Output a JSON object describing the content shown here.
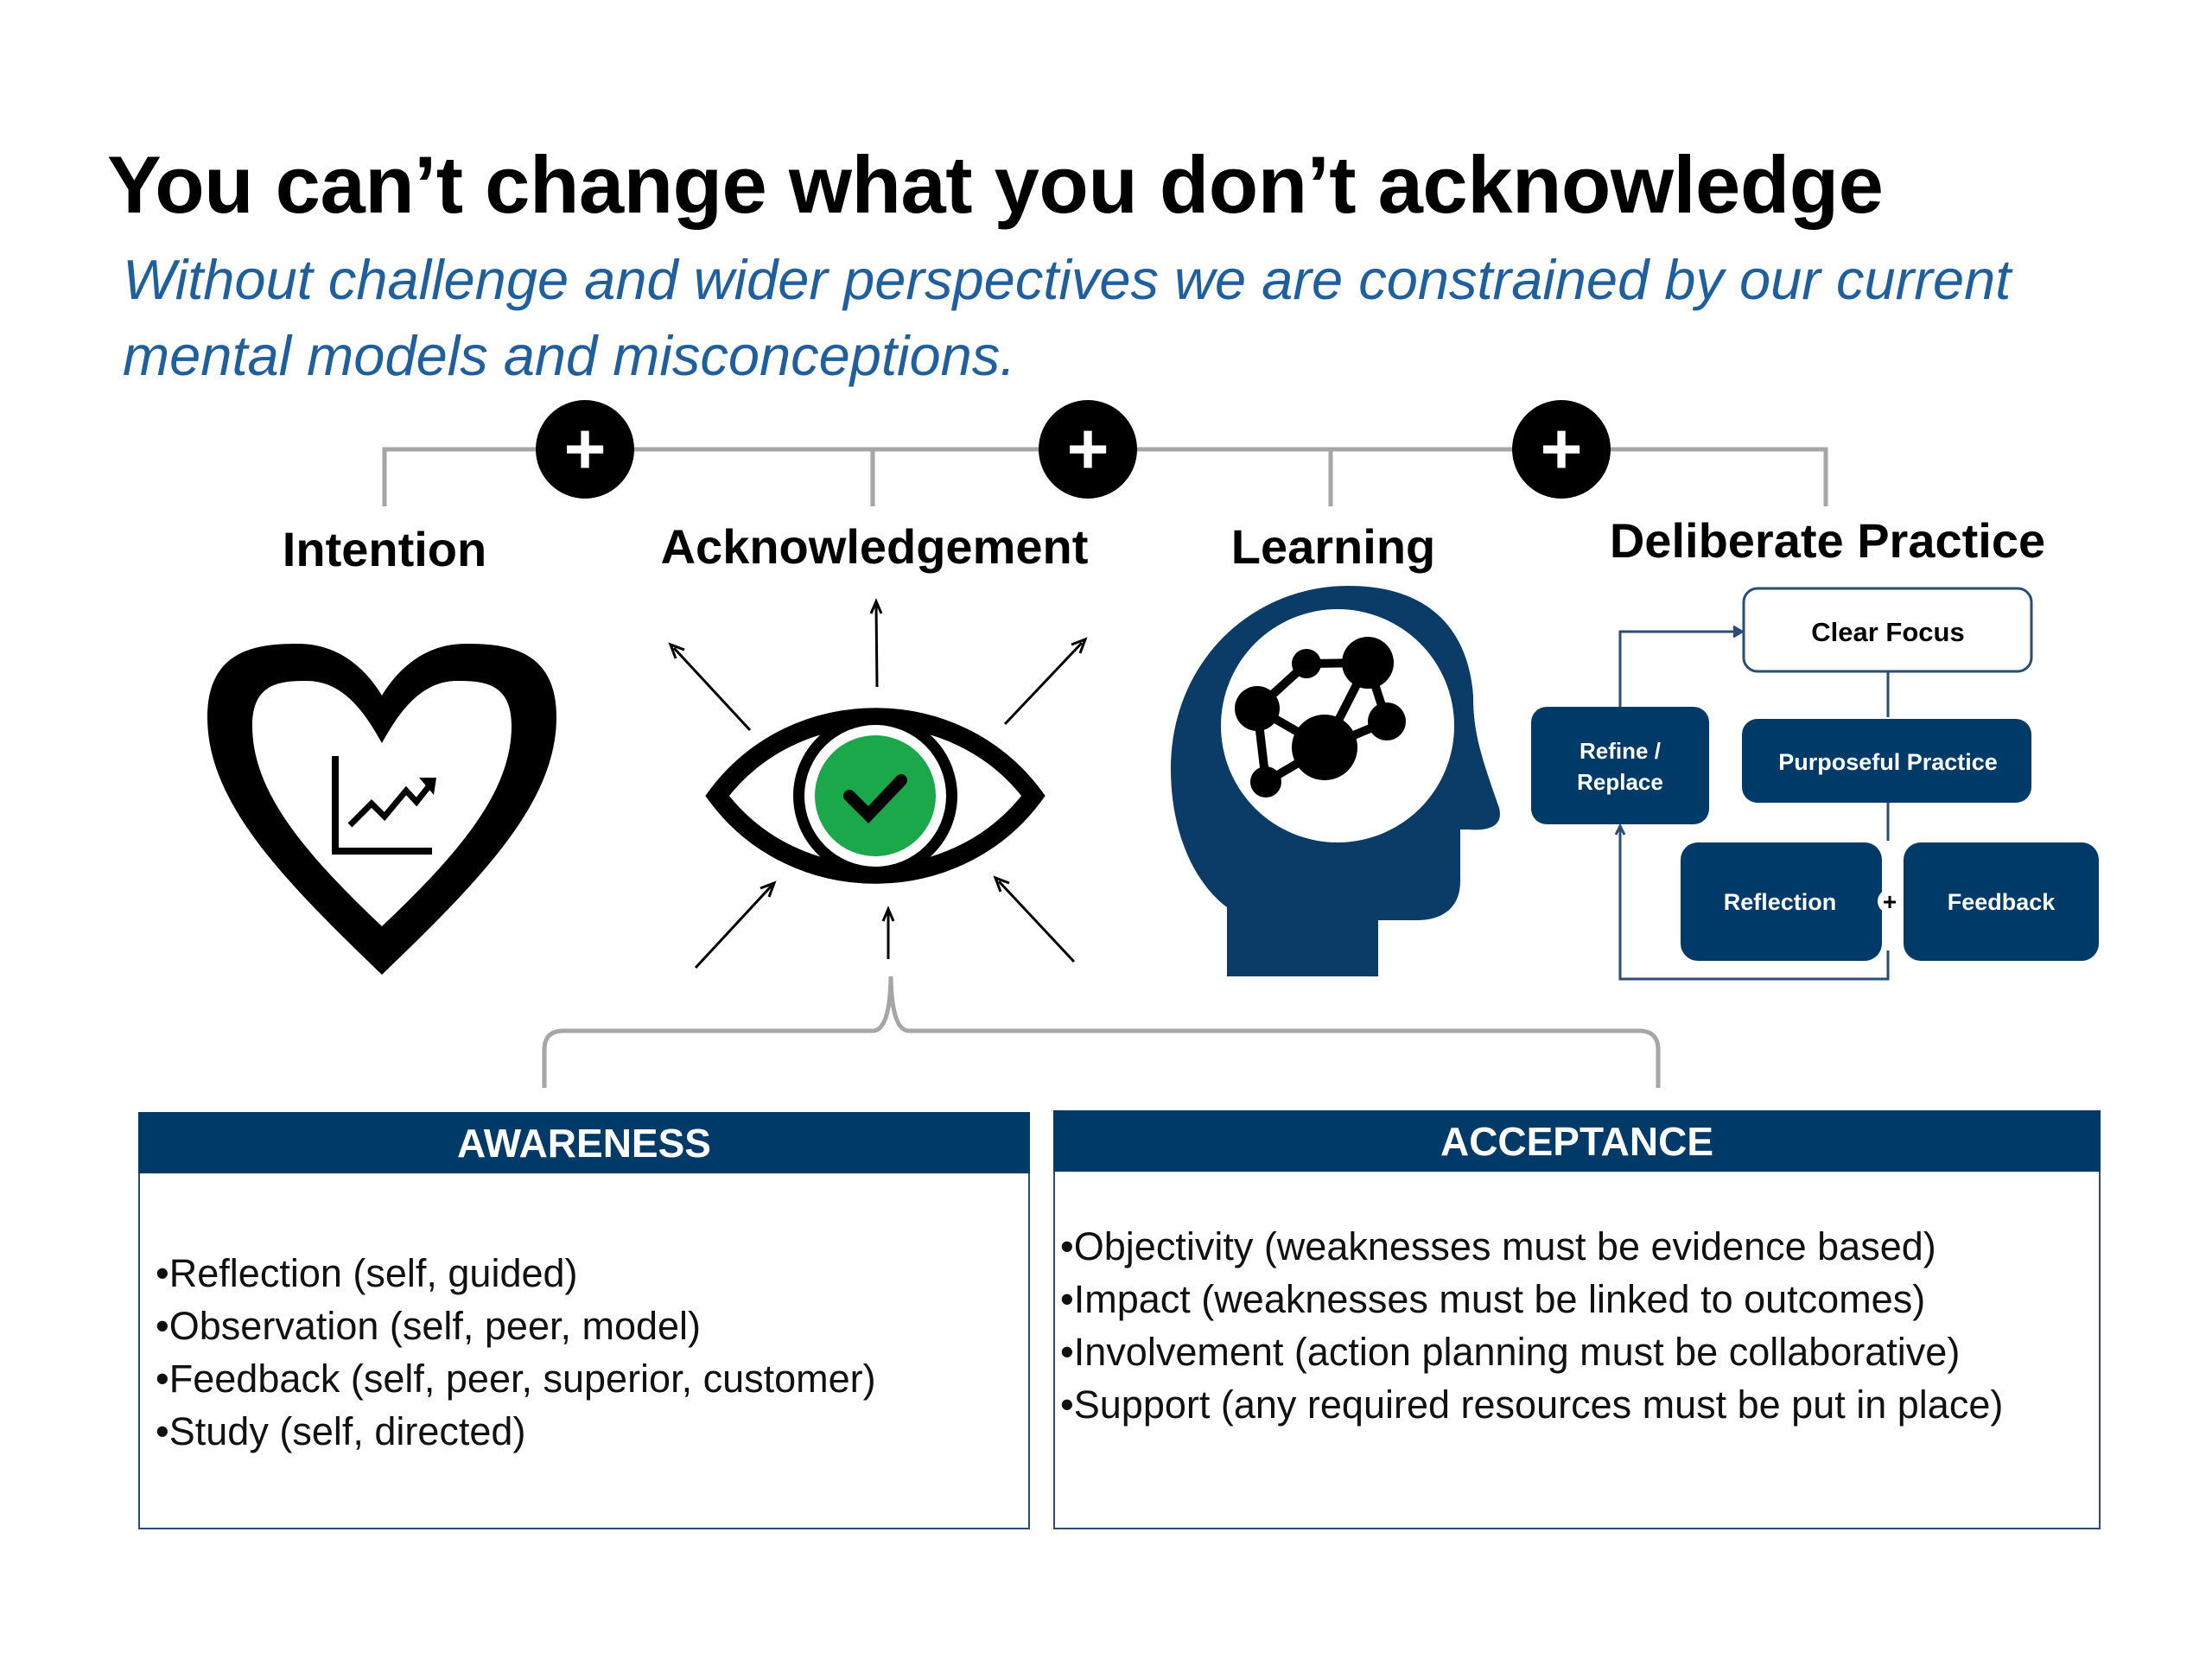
{
  "title": "You can’t change what you don’t acknowledge",
  "subtitle": "Without challenge and wider perspectives we are constrained by our current mental models and misconceptions.",
  "stages": [
    {
      "label": "Intention",
      "icon": "heart-chart-icon"
    },
    {
      "label": "Acknowledgement",
      "icon": "eye-check-icon"
    },
    {
      "label": "Learning",
      "icon": "head-network-icon"
    },
    {
      "label": "Deliberate Practice",
      "icon": "flowchart"
    }
  ],
  "connector_symbol": "+",
  "flowchart": {
    "clear_focus": "Clear Focus",
    "refine_line1": "Refine /",
    "refine_line2": "Replace",
    "purposeful_practice": "Purposeful Practice",
    "reflection": "Reflection",
    "feedback": "Feedback",
    "plus": "+"
  },
  "awareness": {
    "header": "AWARENESS",
    "items": [
      "Reflection (self, guided)",
      "Observation (self, peer, model)",
      "Feedback (self, peer, superior, customer)",
      "Study (self, directed)"
    ]
  },
  "acceptance": {
    "header": "ACCEPTANCE",
    "items": [
      "Objectivity (weaknesses must be evidence based)",
      "Impact (weaknesses must be linked to outcomes)",
      "Involvement (action planning must be collaborative)",
      "Support (any required resources must be put in place)"
    ]
  },
  "colors": {
    "navy": "#003a68",
    "subtitle_blue": "#1f5f9e",
    "check_green": "#1aa84a",
    "line_gray": "#a6a6a6"
  }
}
